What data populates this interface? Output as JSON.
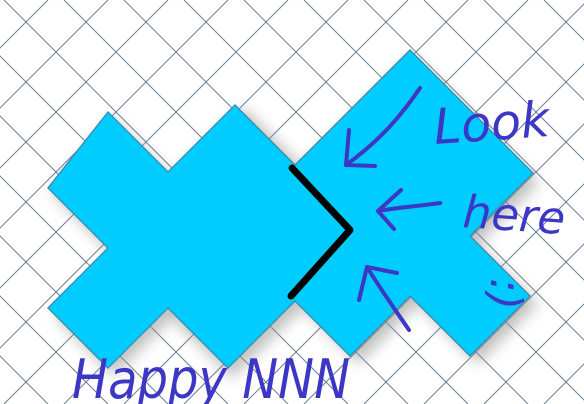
{
  "colors": {
    "background": "#ffffff",
    "grid": "#5a7187",
    "shape_fill": "#00ccff",
    "shape_edge": "#3a8fb5",
    "shadow": "#9a9a9a",
    "divider": "#000000",
    "ink": "#3c37c4"
  },
  "annotations": {
    "word_1": "Look",
    "word_2": "here",
    "smiley": ":)",
    "caption": "Happy NNN"
  },
  "icons": {
    "arrows": [
      "arrow-up-left-icon",
      "arrow-left-icon",
      "arrow-down-left-icon"
    ]
  }
}
